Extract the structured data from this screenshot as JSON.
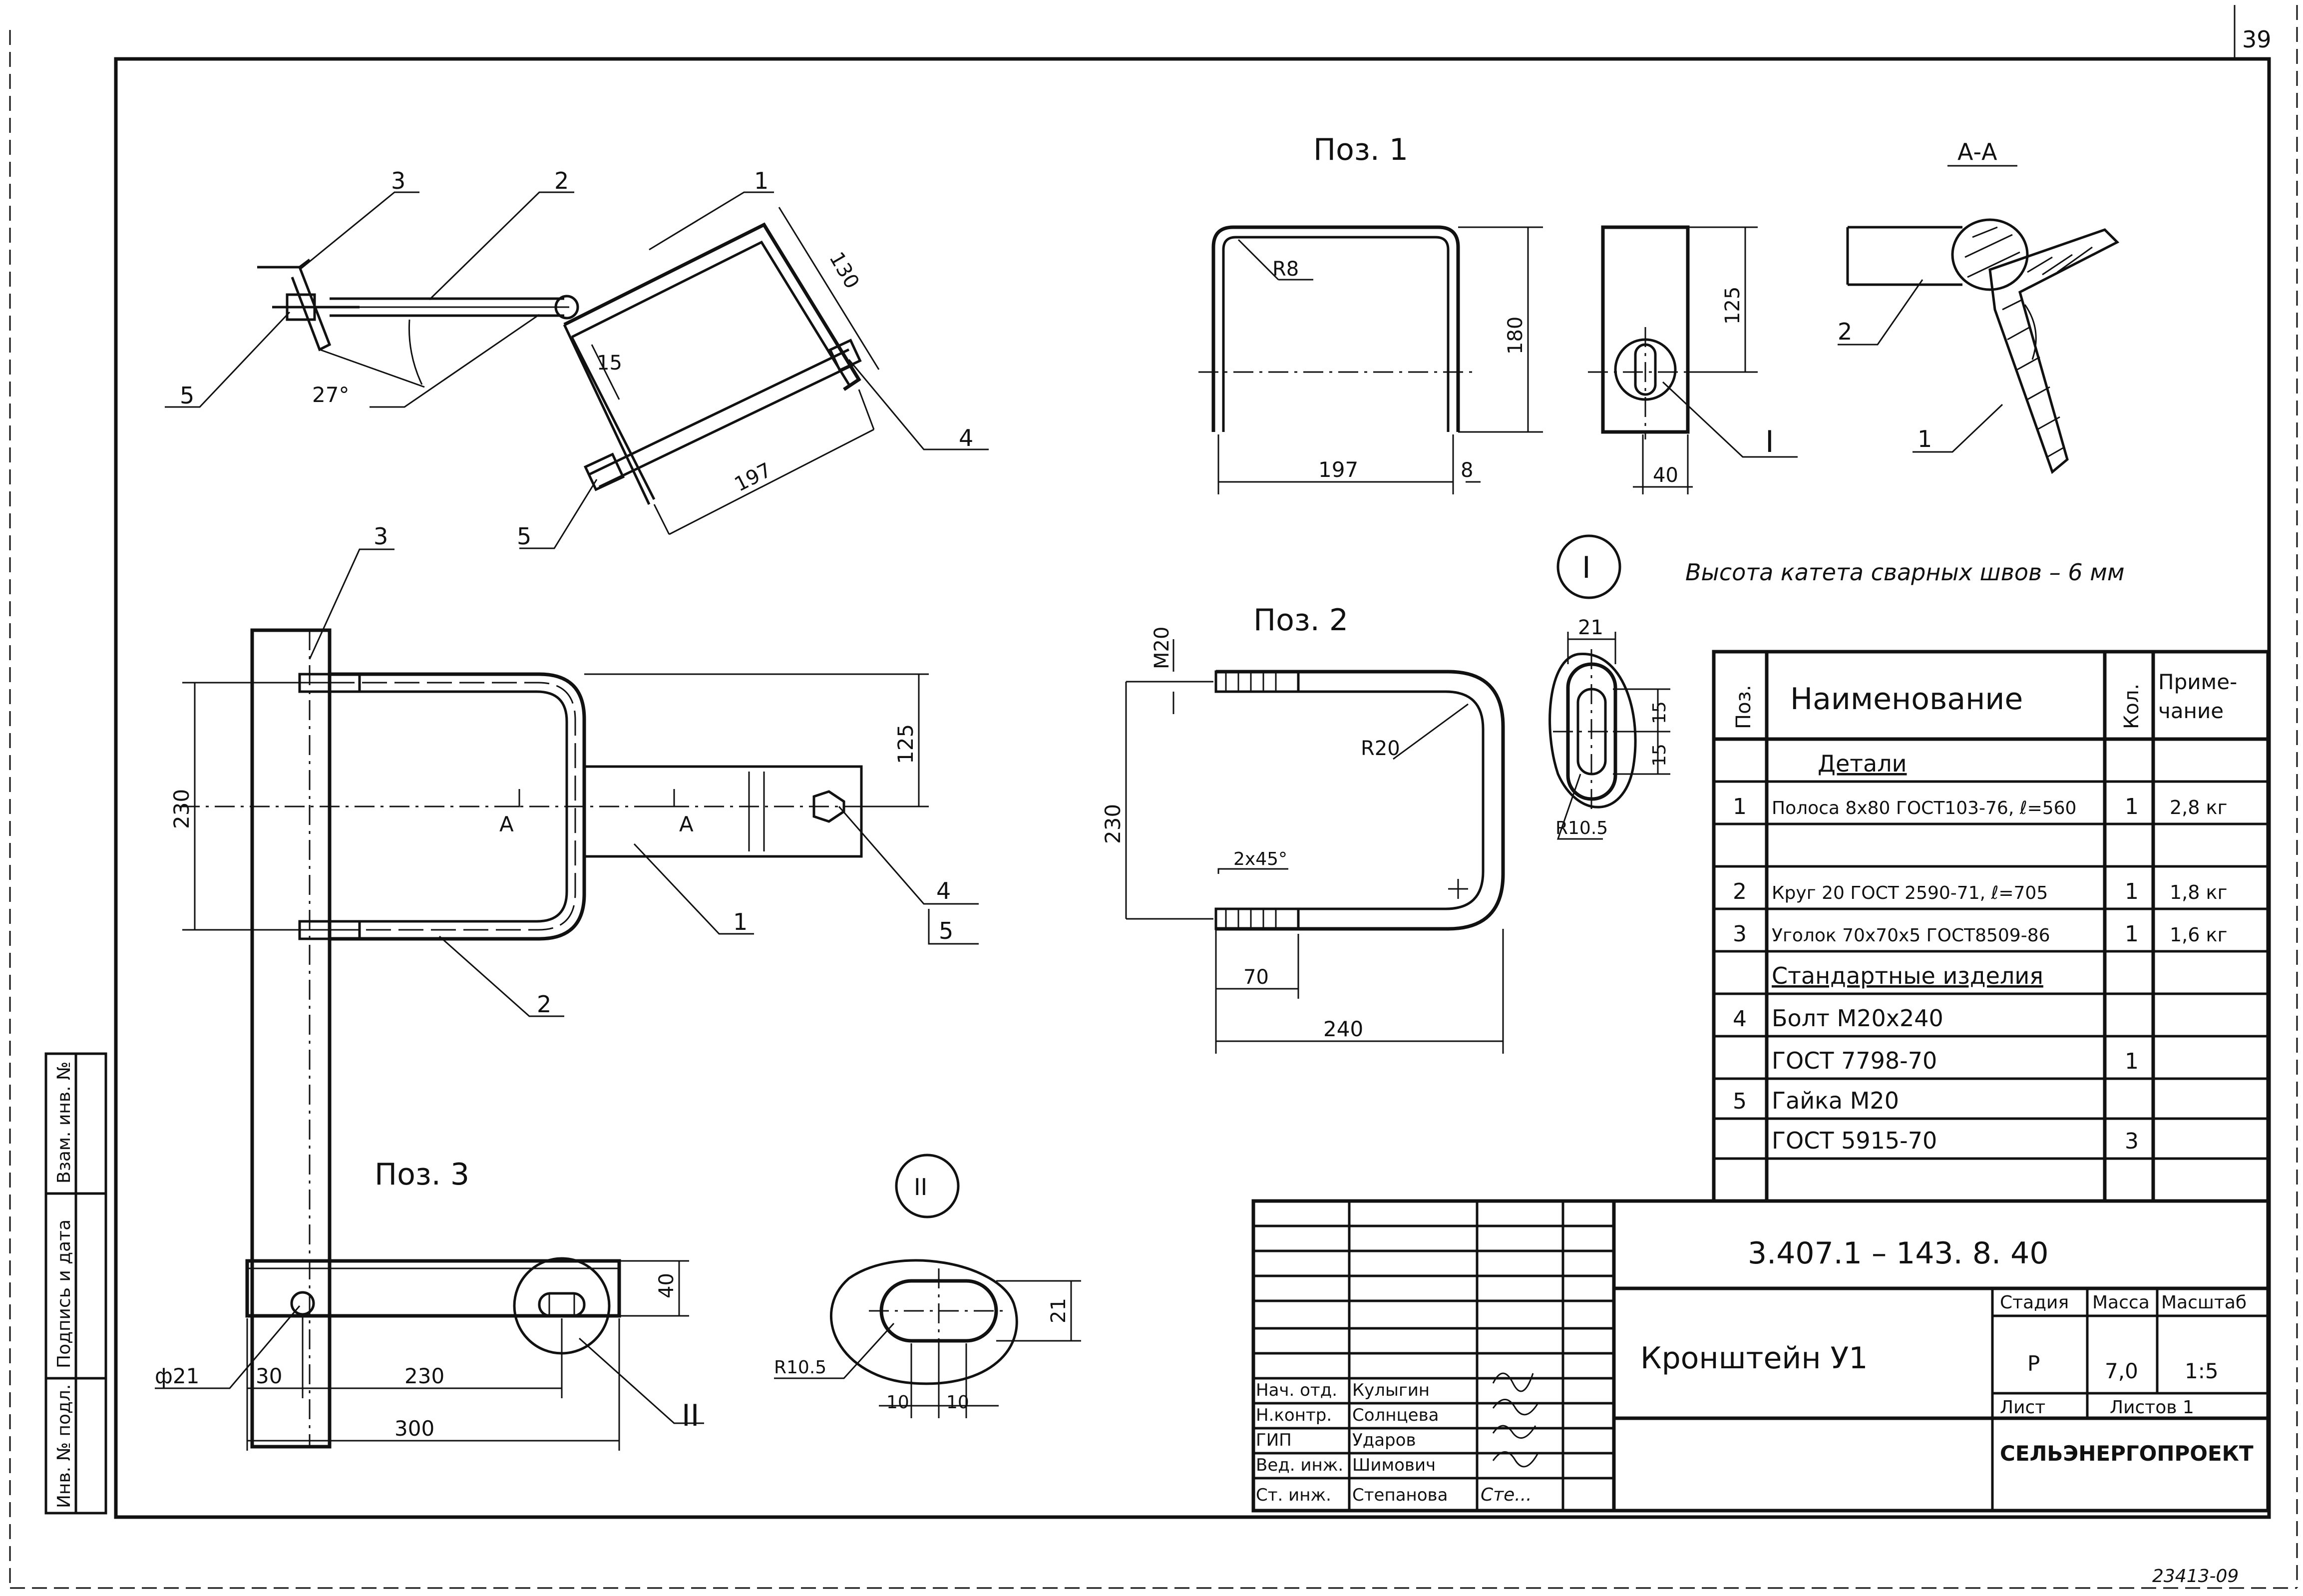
{
  "sheet": {
    "page_number": "39",
    "bottom_code": "23413-09"
  },
  "views": {
    "pos1_title": "Поз. 1",
    "pos2_title": "Поз. 2",
    "pos3_title": "Поз. 3",
    "section_title": "А-А",
    "detail1_mark": "I",
    "detail2_mark": "II",
    "weld_note": "Высота катета сварных швов – 6 мм"
  },
  "dimensions": {
    "iso_130": "130",
    "iso_15": "15",
    "iso_197": "197",
    "iso_27": "27°",
    "p1_R8": "R8",
    "p1_180": "180",
    "p1_197": "197",
    "p1_8": "8",
    "p1_125": "125",
    "p1_40": "40",
    "plan_230": "230",
    "plan_125": "125",
    "plan_A1": "А",
    "plan_A2": "А",
    "p2_M20": "М20",
    "p2_R20": "R20",
    "p2_230": "230",
    "p2_chamfer": "2x45°",
    "p2_70": "70",
    "p2_240": "240",
    "d1_21": "21",
    "d1_15a": "15",
    "d1_15b": "15",
    "d1_R105": "R10.5",
    "p3_40": "40",
    "p3_phi21": "ф21",
    "p3_30": "30",
    "p3_230": "230",
    "p3_300": "300",
    "d2_R105": "R10.5",
    "d2_21": "21",
    "d2_10a": "10",
    "d2_10b": "10"
  },
  "leaders": {
    "iso_3": "3",
    "iso_2": "2",
    "iso_1": "1",
    "iso_5a": "5",
    "iso_4": "4",
    "iso_5b": "5",
    "plan_3": "3",
    "plan_1": "1",
    "plan_2": "2",
    "plan_4": "4",
    "plan_5": "5",
    "sec_2": "2",
    "sec_1": "1",
    "p1_I": "I",
    "p3_II": "II"
  },
  "spec": {
    "headers": [
      "Поз.",
      "Наименование",
      "Кол.",
      "Приме-\nчание"
    ],
    "rows": [
      {
        "pos": "",
        "name": "Детали",
        "qty": "",
        "note": ""
      },
      {
        "pos": "1",
        "name": "Полоса 8x80 ГОСТ103-76, ℓ=560",
        "qty": "1",
        "note": "2,8 кг"
      },
      {
        "pos": "",
        "name": "",
        "qty": "",
        "note": ""
      },
      {
        "pos": "2",
        "name": "Круг 20 ГОСТ 2590-71, ℓ=705",
        "qty": "1",
        "note": "1,8 кг"
      },
      {
        "pos": "3",
        "name": "Уголок 70x70x5 ГОСТ8509-86",
        "qty": "1",
        "note": "1,6 кг"
      },
      {
        "pos": "",
        "name": "Стандартные изделия",
        "qty": "",
        "note": ""
      },
      {
        "pos": "4",
        "name": "Болт  М20x240",
        "qty": "",
        "note": ""
      },
      {
        "pos": "",
        "name": "ГОСТ 7798-70",
        "qty": "1",
        "note": ""
      },
      {
        "pos": "5",
        "name": "Гайка  М20",
        "qty": "",
        "note": ""
      },
      {
        "pos": "",
        "name": "ГОСТ 5915-70",
        "qty": "3",
        "note": ""
      }
    ]
  },
  "title_block": {
    "designation": "3.407.1 – 143. 8. 40",
    "item_name": "Кронштейн  У1",
    "stage_label": "Стадия",
    "mass_label": "Масса",
    "scale_label": "Масштаб",
    "stage": "Р",
    "mass": "7,0",
    "scale": "1:5",
    "sheet_label": "Лист",
    "sheets_label": "Листов 1",
    "org": "СЕЛЬЭНЕРГОПРОЕКТ",
    "staff": [
      {
        "role": "Нач. отд.",
        "name": "Кулыгин"
      },
      {
        "role": "Н.контр.",
        "name": "Солнцева"
      },
      {
        "role": "ГИП",
        "name": "Ударов"
      },
      {
        "role": "Вед. инж.",
        "name": "Шимович"
      },
      {
        "role": "Ст. инж.",
        "name": "Степанова"
      }
    ],
    "signatures": [
      "Сте..."
    ]
  },
  "margin": {
    "labels": [
      "Инв. № подл.",
      "Подпись и дата",
      "Взам. инв. №"
    ]
  }
}
